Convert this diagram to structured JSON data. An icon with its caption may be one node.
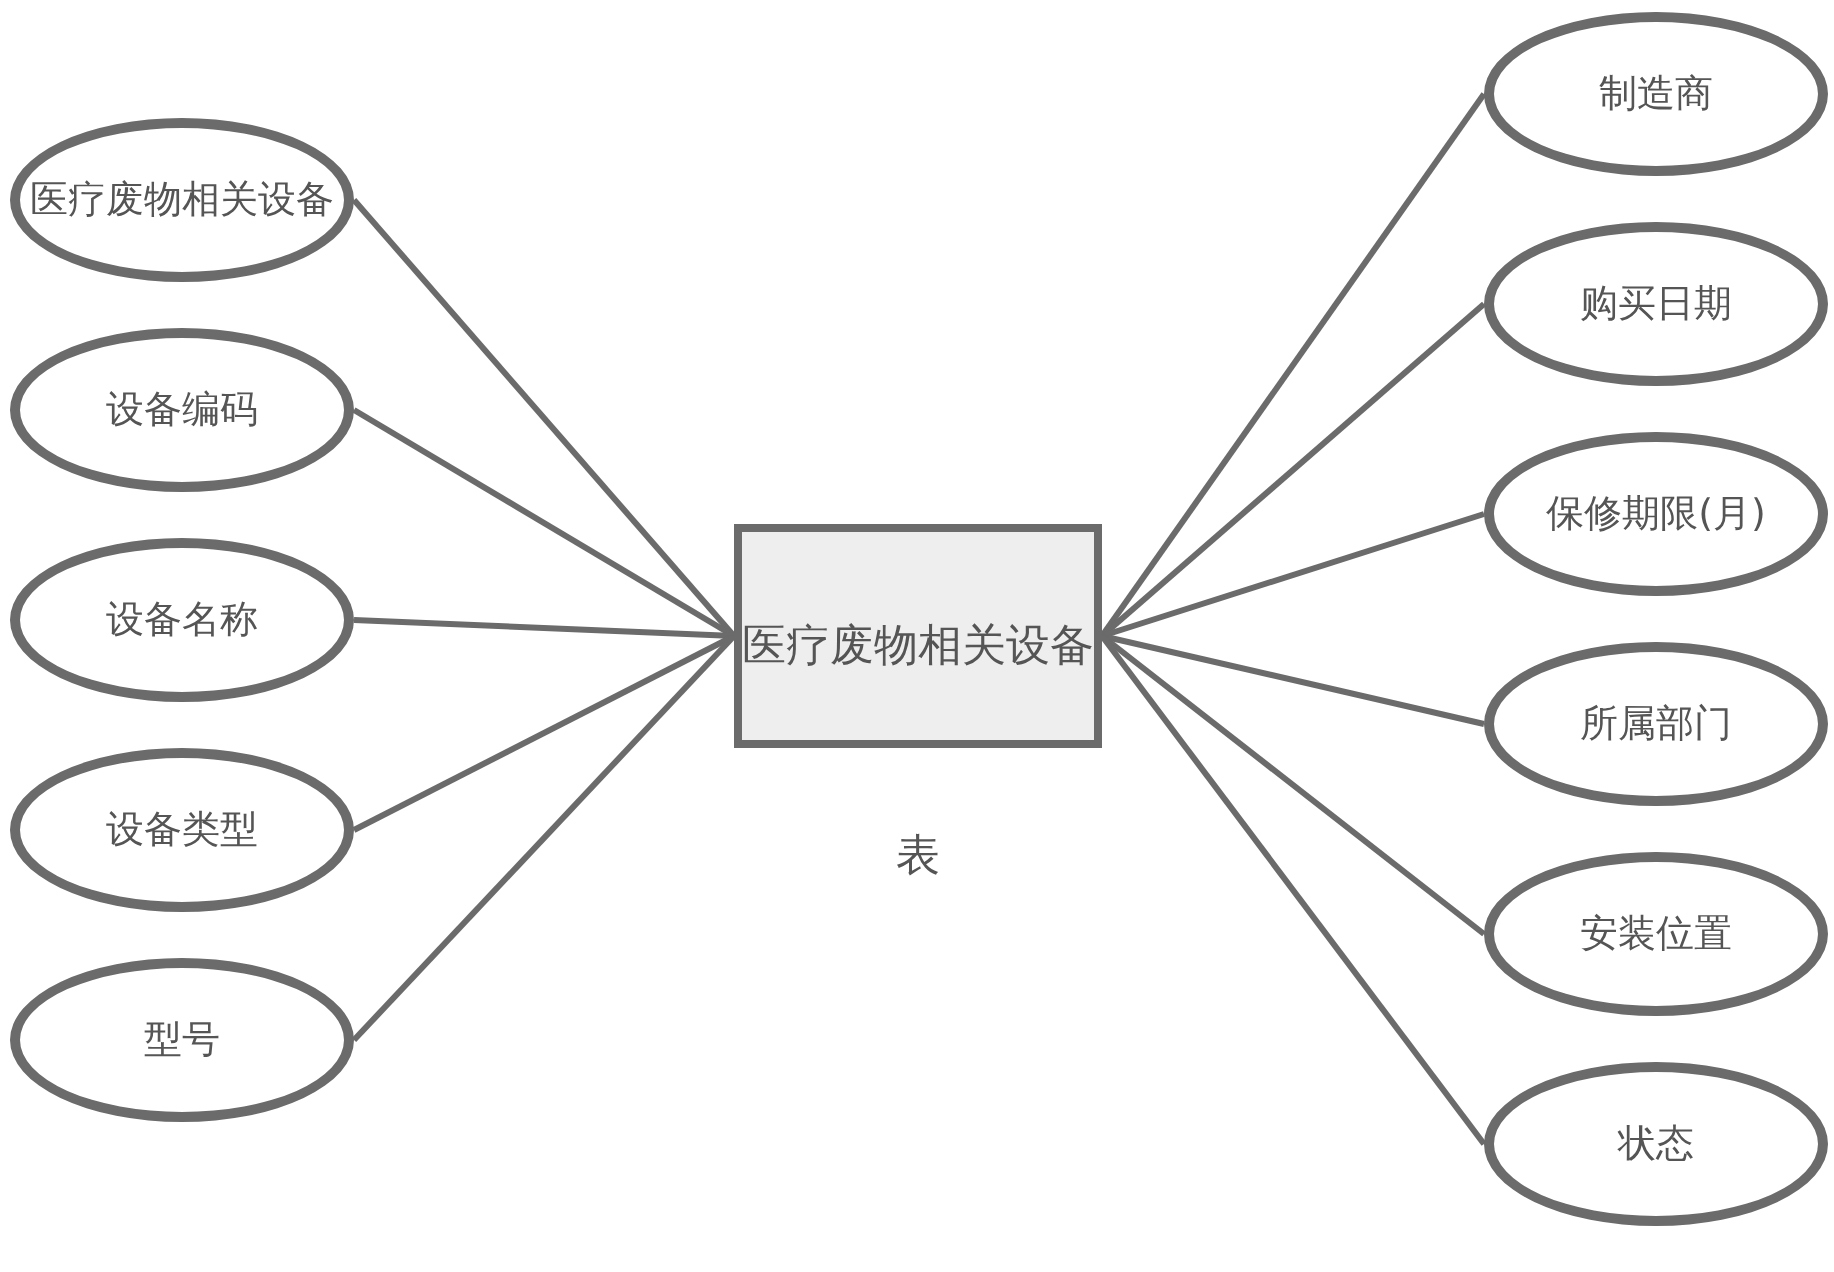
{
  "diagram": {
    "nodes": [
      {
        "text": [
          "医疗废物相关设备表"
        ]
      },
      {
        "text": [
          "医疗废物相关设备"
        ]
      },
      {
        "text": [
          "设备编码"
        ]
      },
      {
        "text": [
          "设备名称"
        ]
      },
      {
        "text": [
          "设备类型"
        ]
      },
      {
        "text": [
          "型号"
        ]
      },
      {
        "text": [
          "制造商"
        ]
      },
      {
        "text": [
          "购买日期"
        ]
      },
      {
        "text": [
          "保修期限(月)"
        ]
      },
      {
        "text": [
          "所属部门"
        ]
      },
      {
        "text": [
          "安装位置"
        ]
      },
      {
        "text": [
          "状态"
        ]
      }
    ],
    "edges": [
      {
        "from": 0,
        "to": 1,
        "arrow": "none"
      },
      {
        "from": 0,
        "to": 2,
        "arrow": "none"
      },
      {
        "from": 0,
        "to": 3,
        "arrow": "none"
      },
      {
        "from": 0,
        "to": 4,
        "arrow": "none"
      },
      {
        "from": 0,
        "to": 5,
        "arrow": "none"
      },
      {
        "from": 0,
        "to": 6,
        "arrow": "none"
      },
      {
        "from": 0,
        "to": 7,
        "arrow": "none"
      },
      {
        "from": 0,
        "to": 8,
        "arrow": "none"
      },
      {
        "from": 0,
        "to": 9,
        "arrow": "none"
      },
      {
        "from": 0,
        "to": 10,
        "arrow": "none"
      },
      {
        "from": 0,
        "to": 11,
        "arrow": "none"
      }
    ]
  }
}
